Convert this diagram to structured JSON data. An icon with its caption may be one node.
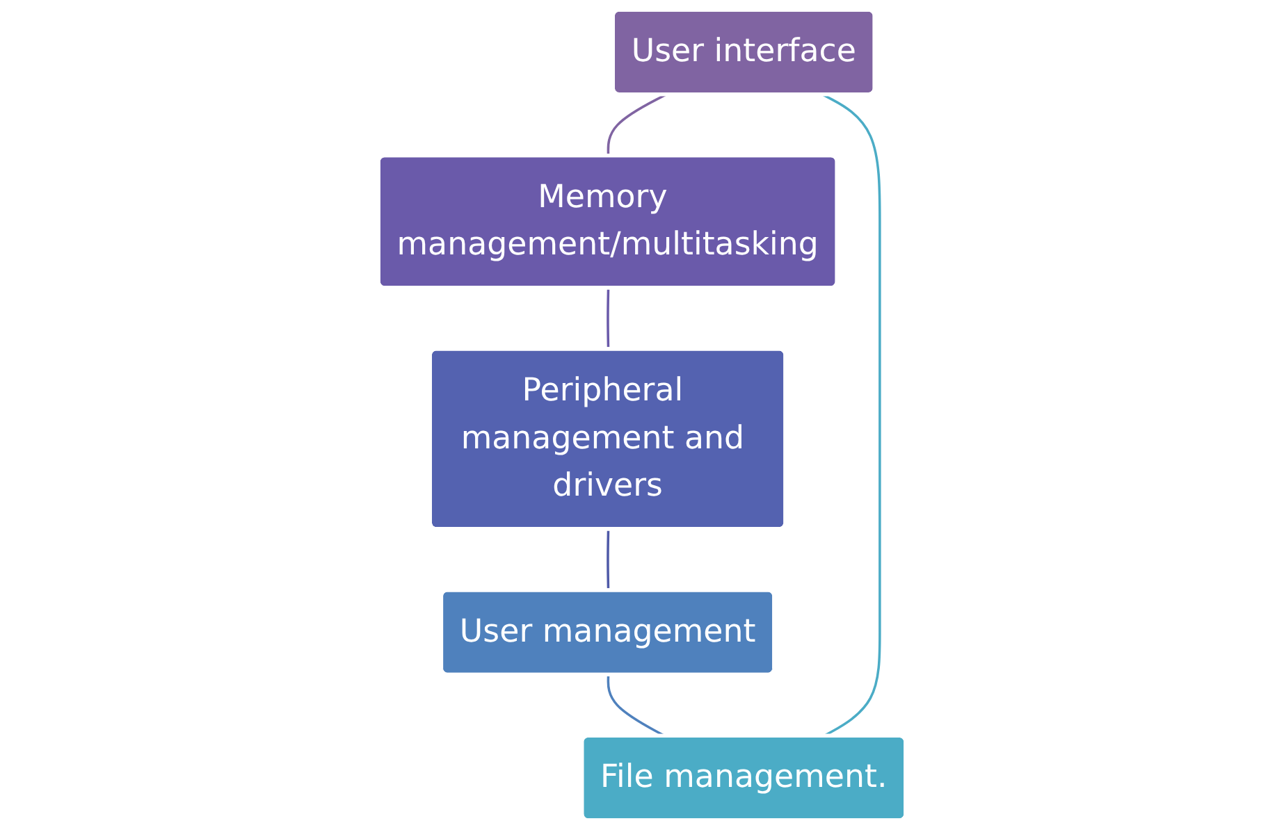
{
  "diagram": {
    "nodes": [
      {
        "text": [
          "User interface"
        ]
      },
      {
        "text": [
          "Memory management/multitasking"
        ]
      },
      {
        "text": [
          "Peripheral management and drivers"
        ]
      },
      {
        "text": [
          "User management"
        ]
      },
      {
        "text": [
          "File management."
        ]
      }
    ],
    "edges": [
      {
        "from": 0,
        "to": 1,
        "arrow": "none",
        "color": "#8064a2"
      },
      {
        "from": 1,
        "to": 2,
        "arrow": "none",
        "color": "#6a5aaa"
      },
      {
        "from": 2,
        "to": 3,
        "arrow": "none",
        "color": "#4f5aa8"
      },
      {
        "from": 3,
        "to": 4,
        "arrow": "none",
        "color": "#4f81bd"
      },
      {
        "from": 4,
        "to": 0,
        "arrow": "none",
        "color": "#4bacc6"
      }
    ]
  }
}
